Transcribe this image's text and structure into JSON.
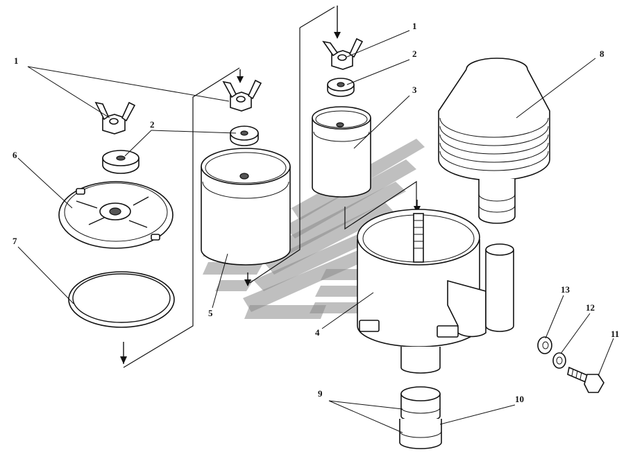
{
  "labels": {
    "l1a": "1",
    "l1b": "1",
    "l2a": "2",
    "l2b": "2",
    "l3": "3",
    "l4": "4",
    "l5": "5",
    "l6": "6",
    "l7": "7",
    "l8": "8",
    "l9": "9",
    "l10": "10",
    "l11": "11",
    "l12": "12",
    "l13": "13"
  }
}
